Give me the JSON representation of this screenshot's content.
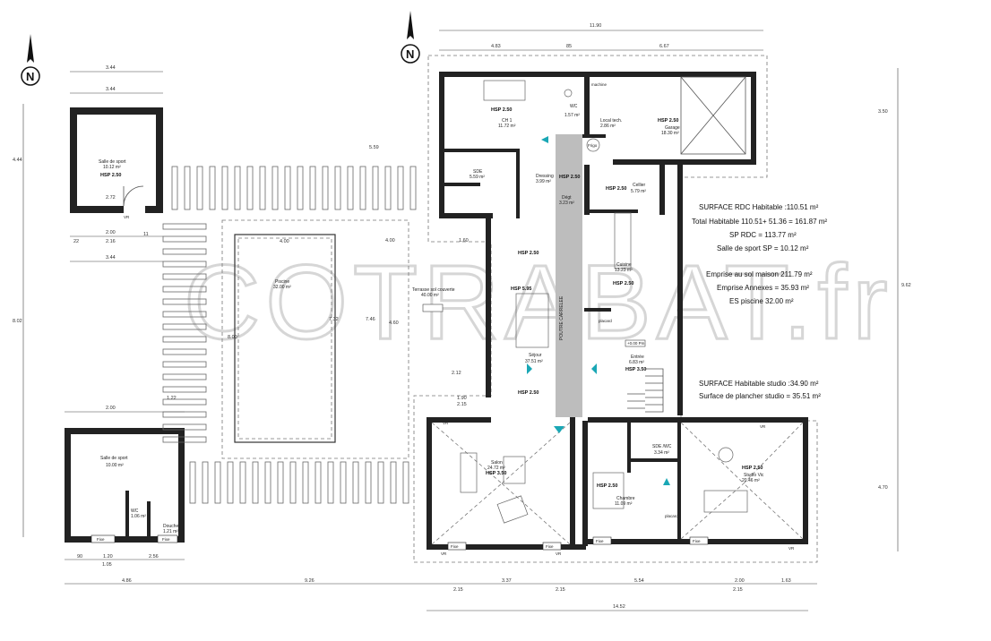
{
  "watermark": "COTRABAT.fr",
  "north_label": "N",
  "summary": {
    "line1": "SURFACE RDC  Habitable :110.51 m²",
    "line2": "Total Habitable 110.51+ 51.36 = 161.87 m²",
    "line3": "SP RDC = 113.77 m²",
    "line4": "Salle de sport SP = 10.12 m²",
    "line5": "Emprise au sol maison 211.79 m²",
    "line6": "Emprise Annexes = 35.93 m²",
    "line7": "ES  piscine 32.00 m²",
    "line8": "SURFACE   Habitable studio :34.90 m²",
    "line9": "Surface de plancher studio = 35.51 m²"
  },
  "rooms": {
    "sport1": {
      "name": "Salle de sport",
      "area": "10.12 m²",
      "hsp": "HSP 2.50"
    },
    "sport2": {
      "name": "Salle de sport",
      "area": "10.00 m²"
    },
    "wc_annex": {
      "name": "WC",
      "area": "1.06 m²"
    },
    "douche": {
      "name": "Douche",
      "area": "1.21 m²"
    },
    "piscine": {
      "name": "Piscine",
      "area": "32.00 m²"
    },
    "terrasse": {
      "name": "Terrasse sol couverte",
      "area": "40.00 m²"
    },
    "ch1": {
      "hsp": "HSP 2.50",
      "name": "CH 1",
      "area": "11.72 m²"
    },
    "sde1": {
      "name": "SDE",
      "area": "5.59 m²"
    },
    "dressing": {
      "name": "Dressing",
      "area": "3.99 m²"
    },
    "wc1": {
      "name": "WC",
      "area": "1.57 m²"
    },
    "local": {
      "name": "Local tech.",
      "area": "2.86 m²"
    },
    "garage": {
      "name": "Garage",
      "area": "18.30 m²",
      "hsp": "HSP 2.50"
    },
    "degt": {
      "name": "Dégt",
      "area": "3.23 m²",
      "hsp": "HSP 2.50"
    },
    "cellier": {
      "name": "Cellier",
      "area": "5.79 m²",
      "hsp": "HSP 2.50"
    },
    "cuisine": {
      "name": "Cuisine",
      "area": "13.23 m²",
      "hsp": "HSP 2.50"
    },
    "zone_hsp": "HSP 2.50",
    "sejour": {
      "name": "Séjour",
      "area": "37.51 m²",
      "hsp": "HSP 5.95",
      "hsp2": "HSP 2.50"
    },
    "entree": {
      "name": "Entrée",
      "area": "6.83 m²",
      "hsp": "HSP 3.50"
    },
    "salon": {
      "name": "Salon",
      "area": "24.72 m²",
      "hsp": "HSP 3.50"
    },
    "chambre": {
      "name": "Chambre",
      "area": "11.09 m²",
      "hsp": "HSP 2.50"
    },
    "sdewc": {
      "name": "SDE /WC",
      "area": "3.34 m²"
    },
    "studio": {
      "name": "Studio Vic",
      "area": "20.46 m²",
      "hsp": "HSP 2.50"
    },
    "placard": "placard",
    "placard2": "placard",
    "poutre": "POUTRE CARRELEE",
    "mezz": "+0.00 Pm",
    "machine": "machine",
    "frigo": "Frigo"
  },
  "marks": {
    "vr": "VR",
    "fixe": "Fixe"
  },
  "dims": {
    "top_total": "11.90",
    "top_a": "4.83",
    "top_b": "6.67",
    "top_c": "85",
    "sport1_w": "3.44",
    "sport1_w2": "3.44",
    "sport1_in": "2.00",
    "sport1_door": "2.72",
    "sport1_b1": "22",
    "sport1_b2": "2.16",
    "sport1_b3": "11",
    "left_v": "8.02",
    "left_v2": "4.44",
    "sport2_w": "3.44",
    "sport2_in": "2.00",
    "sport2_b1": "90",
    "sport2_b2": "1.20",
    "sport2_b3": "2.56",
    "sport2_total": "1.05",
    "pool_w": "4.00",
    "pool_l": "8.00",
    "pool_l2": "7.32",
    "terr_w": "4.00",
    "terr_v": "7.46",
    "bottom_a": "4.86",
    "bottom_b": "9.26",
    "bottom_c": "3.37",
    "bottom_d": "5.54",
    "bottom_e": "2.00",
    "bottom_f": "1.63",
    "bottom_total": "14.52",
    "bottom_s1": "2.15",
    "bottom_s2": "2.15",
    "bottom_s3": "2.15",
    "right_v": "9.62",
    "right_v2": "3.50",
    "right_v3": "4.70",
    "mid_a": "1.60",
    "mid_b": "2.12",
    "mid_c": "1.90",
    "mid_d": "2.15",
    "mid_e": "4.60",
    "mid_f": "1.22",
    "mid_g": "5.59"
  },
  "colors": {
    "wall": "#222222",
    "poutre": "#bdbdbd",
    "arrow": "#1aa7b5",
    "watermark": "#d6d6d6"
  }
}
